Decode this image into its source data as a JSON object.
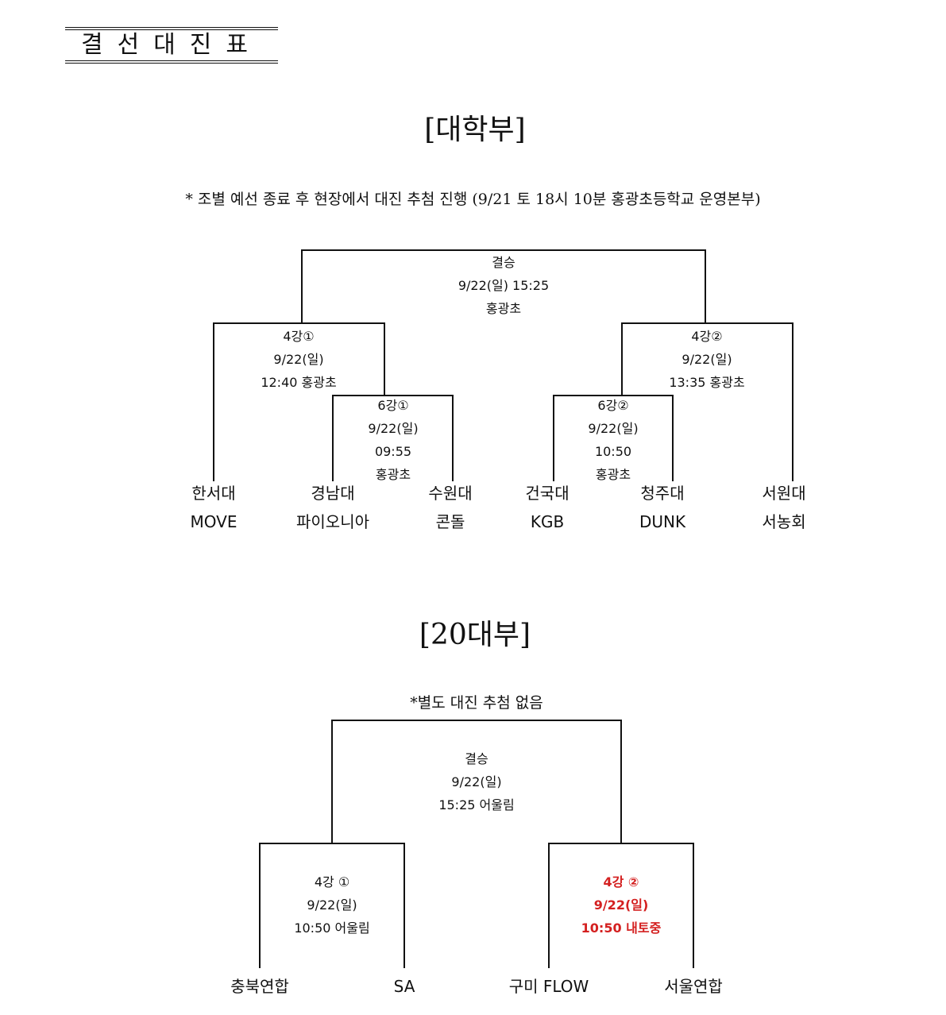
{
  "doc_title": "결선대진표",
  "university": {
    "heading": "[대학부]",
    "note": "* 조별 예선 종료 후 현장에서 대진 추첨 진행 (9/21 토 18시 10분 홍광초등학교 운영본부)",
    "final": {
      "round": "결승",
      "date": "9/22(일) 15:25",
      "venue": "홍광초"
    },
    "semi1": {
      "round": "4강①",
      "date": "9/22(일)",
      "time": "12:40 홍광초"
    },
    "semi2": {
      "round": "4강②",
      "date": "9/22(일)",
      "time": "13:35 홍광초"
    },
    "qf1": {
      "round": "6강①",
      "date": "9/22(일)",
      "time": "09:55",
      "venue": "홍광초"
    },
    "qf2": {
      "round": "6강②",
      "date": "9/22(일)",
      "time": "10:50",
      "venue": "홍광초"
    },
    "teams": [
      {
        "school": "한서대",
        "club": "MOVE"
      },
      {
        "school": "경남대",
        "club": "파이오니아"
      },
      {
        "school": "수원대",
        "club": "콘돌"
      },
      {
        "school": "건국대",
        "club": "KGB"
      },
      {
        "school": "청주대",
        "club": "DUNK"
      },
      {
        "school": "서원대",
        "club": "서농회"
      }
    ]
  },
  "twenties": {
    "heading": "[20대부]",
    "note": "*별도 대진 추첨 없음",
    "final": {
      "round": "결승",
      "date": "9/22(일)",
      "time": "15:25 어울림"
    },
    "semi1": {
      "round": "4강 ①",
      "date": "9/22(일)",
      "time": "10:50 어울림"
    },
    "semi2": {
      "round": "4강 ②",
      "date": "9/22(일)",
      "time": "10:50 내토중",
      "color": "#d42020"
    },
    "teams": [
      "충북연합",
      "SA",
      "구미 FLOW",
      "서울연합"
    ]
  }
}
